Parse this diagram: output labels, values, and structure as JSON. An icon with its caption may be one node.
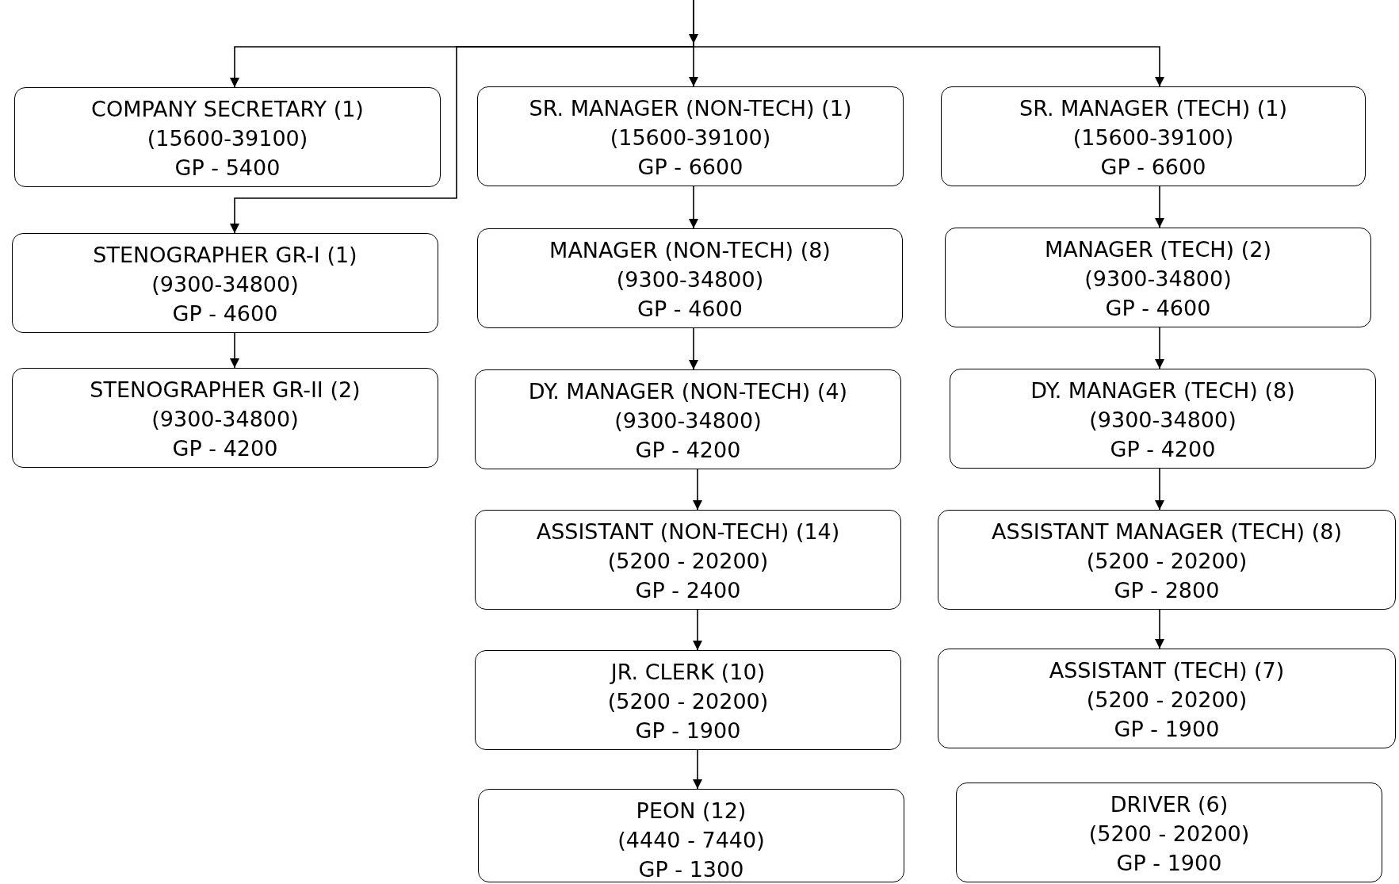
{
  "diagram": {
    "nodes": [
      {
        "text": [
          "COMPANY SECRETARY (1)",
          "(15600-39100)",
          "GP - 5400"
        ]
      },
      {
        "text": [
          "SR. MANAGER (NON-TECH) (1)",
          "(15600-39100)",
          "GP - 6600"
        ]
      },
      {
        "text": [
          "SR. MANAGER (TECH) (1)",
          "(15600-39100)",
          "GP - 6600"
        ]
      },
      {
        "text": [
          "STENOGRAPHER GR-I (1)",
          "(9300-34800)",
          "GP - 4600"
        ]
      },
      {
        "text": [
          "MANAGER (NON-TECH) (8)",
          "(9300-34800)",
          "GP - 4600"
        ]
      },
      {
        "text": [
          "MANAGER (TECH) (2)",
          "(9300-34800)",
          "GP - 4600"
        ]
      },
      {
        "text": [
          "STENOGRAPHER GR-II (2)",
          "(9300-34800)",
          "GP - 4200"
        ]
      },
      {
        "text": [
          "DY. MANAGER (NON-TECH) (4)",
          "(9300-34800)",
          "GP - 4200"
        ]
      },
      {
        "text": [
          "DY. MANAGER (TECH) (8)",
          "(9300-34800)",
          "GP - 4200"
        ]
      },
      {
        "text": [
          "ASSISTANT (NON-TECH) (14)",
          "(5200 - 20200)",
          "GP - 2400"
        ]
      },
      {
        "text": [
          "ASSISTANT MANAGER (TECH) (8)",
          "(5200 - 20200)",
          "GP - 2800"
        ]
      },
      {
        "text": [
          "JR. CLERK (10)",
          "(5200 - 20200)",
          "GP - 1900"
        ]
      },
      {
        "text": [
          "ASSISTANT (TECH) (7)",
          "(5200 - 20200)",
          "GP - 1900"
        ]
      },
      {
        "text": [
          "PEON (12)",
          "(4440 - 7440)",
          "GP - 1300"
        ]
      },
      {
        "text": [
          "DRIVER (6)",
          "(5200 - 20200)",
          "GP - 1900"
        ]
      }
    ],
    "edges": [
      {
        "from": null,
        "to": 0,
        "arrow": "to"
      },
      {
        "from": null,
        "to": 1,
        "arrow": "to"
      },
      {
        "from": null,
        "to": 2,
        "arrow": "to"
      },
      {
        "from": null,
        "to": 3,
        "arrow": "to"
      },
      {
        "from": 3,
        "to": 6,
        "arrow": "to"
      },
      {
        "from": 1,
        "to": 4,
        "arrow": "to"
      },
      {
        "from": 4,
        "to": 7,
        "arrow": "to"
      },
      {
        "from": 7,
        "to": 9,
        "arrow": "to"
      },
      {
        "from": 9,
        "to": 11,
        "arrow": "to"
      },
      {
        "from": 11,
        "to": 13,
        "arrow": "to"
      },
      {
        "from": 2,
        "to": 5,
        "arrow": "to"
      },
      {
        "from": 5,
        "to": 8,
        "arrow": "to"
      },
      {
        "from": 8,
        "to": 10,
        "arrow": "to"
      },
      {
        "from": 10,
        "to": 12,
        "arrow": "to"
      }
    ]
  }
}
